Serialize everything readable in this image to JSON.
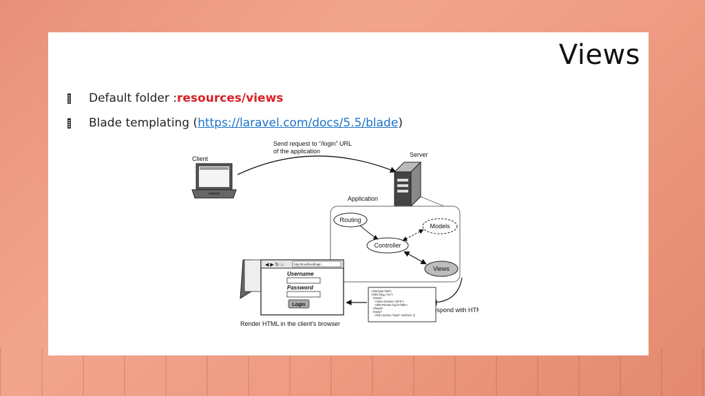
{
  "slide": {
    "title": "Views",
    "bullets": [
      {
        "prefix": "Default folder : ",
        "highlight": "resources/views"
      },
      {
        "prefix": "Blade templating (",
        "link": "https://laravel.com/docs/5.5/blade",
        "suffix": ")"
      }
    ]
  },
  "diagram": {
    "client": "Client",
    "request_line1": "Send request to “/login” URL",
    "request_line2": "of the application",
    "server": "Server",
    "application": "Application",
    "routing": "Routing",
    "controller": "Controller",
    "models": "Models",
    "views": "Views",
    "respond": "Respond with HTML",
    "render": "Render HTML in the client's browser",
    "browser_url": "http://localhost/login",
    "username": "Username",
    "password": "Password",
    "login": "Login",
    "code_lines": [
      "<!doctype html>",
      "<html lang=\"en\">",
      "<head>",
      "<meta charset=\"utf-8\">",
      "<title>Please log in</title>",
      "</head>",
      "<body>",
      "<form action=\"login\" method=\"p"
    ]
  }
}
